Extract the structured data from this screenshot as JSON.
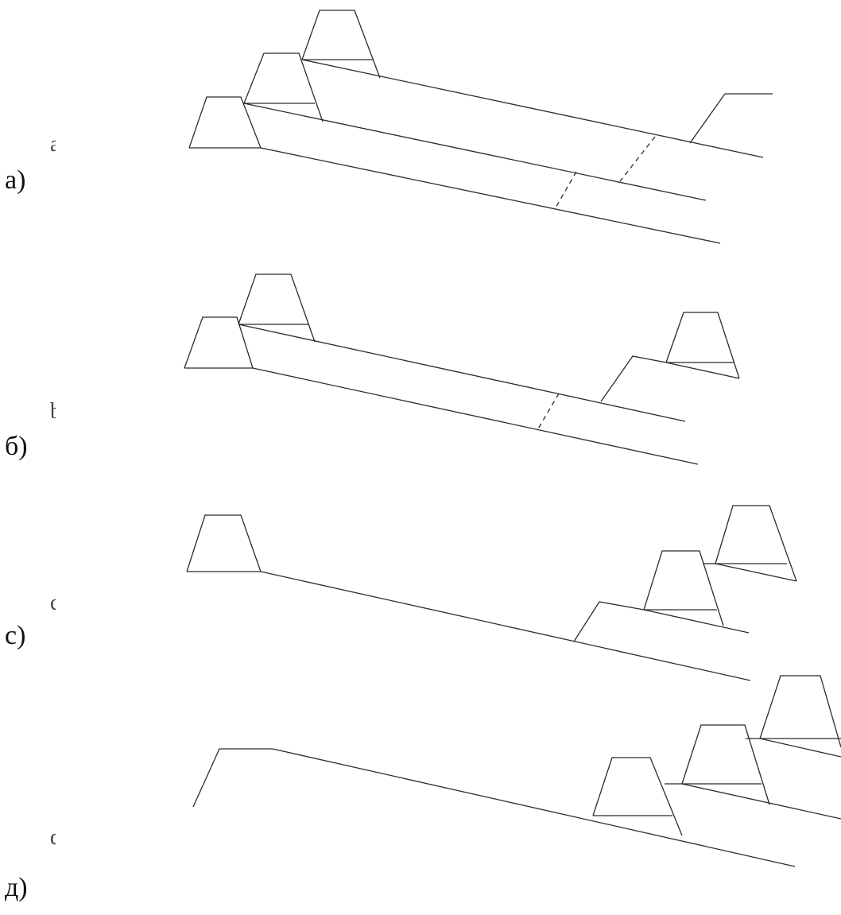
{
  "panels": [
    {
      "id": "a",
      "label": "а)",
      "ghost": "a"
    },
    {
      "id": "b",
      "label": "б)",
      "ghost": "b"
    },
    {
      "id": "c",
      "label": "с)",
      "ghost": "c"
    },
    {
      "id": "d",
      "label": "д)",
      "ghost": "d"
    }
  ],
  "colors": {
    "line": "#2b2b2b",
    "background": "#ffffff"
  }
}
